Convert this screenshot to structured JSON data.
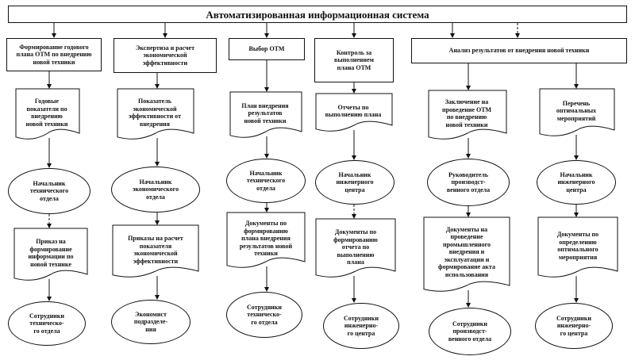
{
  "title": "Автоматизированная информационная система",
  "columns": [
    {
      "header": "Формирование годового\nплана ОТМ по внедрению\nновой техники",
      "doc1": "Годовые\nпоказатели по\nвнедрению\nновой техники",
      "actor1": "Начальник\nтехнического\nотдела",
      "doc2": "Приказ на\nформирование\nинформации по\nновой технике",
      "actor2": "Сотрудники\nтехническо-\nго отдела"
    },
    {
      "header": "Экспертиза и расчет\nэкономической\nэффективности",
      "doc1": "Показатель\nэкономической\nэффективности от\nвнедрения",
      "actor1": "Начальник\nэкономического\nотдела",
      "doc2": "Приказы на расчет\nпоказателя\nэкономической\nэффективности",
      "actor2": "Экономист\nподразделе-\nния"
    },
    {
      "header": "Выбор ОТМ",
      "doc1": "План внедрения\nрезультатов\nновой техники",
      "actor1": "Начальник\nтехнического\nотдела",
      "doc2": "Документы по\nформированию\nплана внедрения\nрезультатов новой\nтехники",
      "actor2": "Сотрудники\nтехническо-\nго отдела"
    },
    {
      "header": "Контроль за\nвыполнением\nплана ОТМ",
      "doc1": "Отчеты по\nвыполнению плана",
      "actor1": "Начальник\nинженерного\nцентра",
      "doc2": "Документы по\nформированию\nотчета по\nвыполнению\nплана",
      "actor2": "Сотрудники\nинженерно-\nго центра"
    },
    {
      "header": "Анализ результатов от внедрения новой техники",
      "doc1": "Заключение на\nпроведение ОТМ\nпо внедрению\nновой техники",
      "actor1": "Руководитель\nпроизводст-\nвенного отдела",
      "doc2": "Документы на\nпроведение\nпромышленного\nвнедрения и\nэксплуатации и\nформирование акта\nиспользования",
      "actor2": "Сотрудники\nпроизводст-\nвенного отдела"
    },
    {
      "doc1": "Перечень\nоптимальных\nмероприятий",
      "actor1": "Начальник\nинженерного\nцентра",
      "doc2": "Документы по\nопределению\nоптимального\nмероприятия",
      "actor2": "Сотрудники\nинженерно-\nго центра"
    }
  ]
}
